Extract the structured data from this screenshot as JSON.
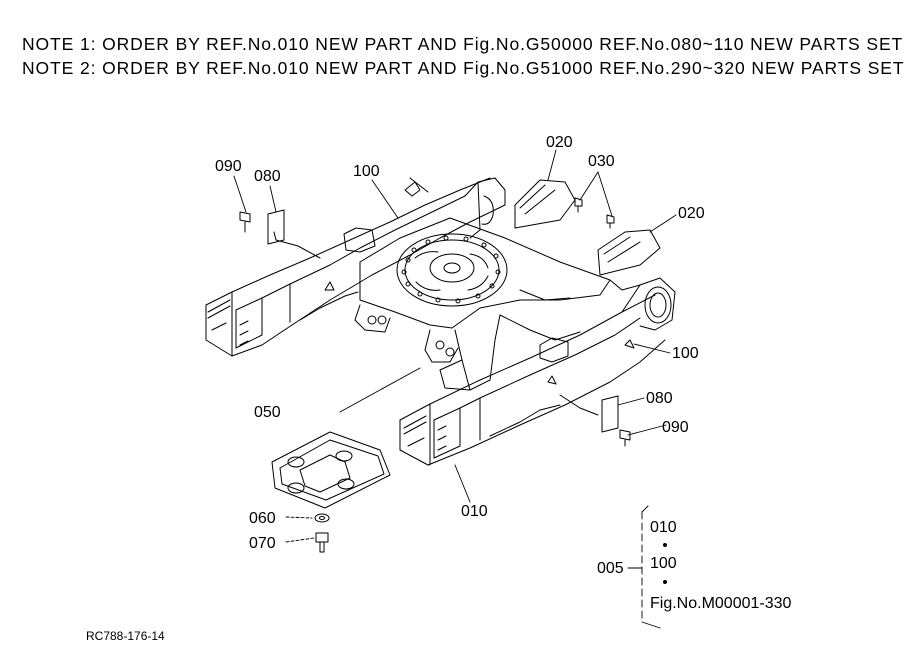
{
  "notes": [
    "NOTE 1: ORDER BY REF.No.010 NEW PART AND Fig.No.G50000 REF.No.080~110 NEW PARTS SET",
    "NOTE 2: ORDER BY REF.No.010 NEW PART AND Fig.No.G51000 REF.No.290~320 NEW PARTS SET"
  ],
  "callouts": {
    "c090_left": "090",
    "c080_left": "080",
    "c100_top": "100",
    "c020_top": "020",
    "c030": "030",
    "c020_right": "020",
    "c100_right": "100",
    "c080_right": "080",
    "c090_right": "090",
    "c050": "050",
    "c010": "010",
    "c060": "060",
    "c070": "070"
  },
  "assembly": {
    "ref": "005",
    "items": [
      "010",
      "100",
      "Fig.No.M00001-330"
    ]
  },
  "drawing_code": "RC788-176-14"
}
